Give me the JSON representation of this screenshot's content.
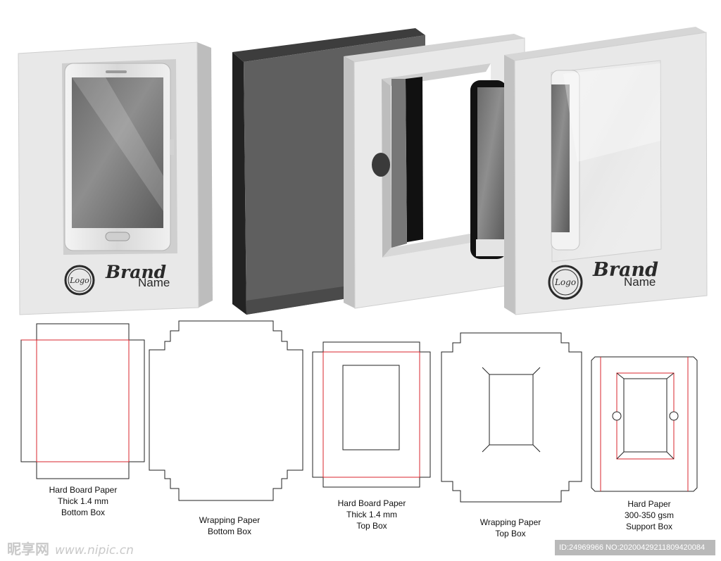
{
  "product": {
    "logo_text": "Logo",
    "brand_word": "Brand",
    "name_word": "Name"
  },
  "dielines": [
    {
      "lines": [
        "Hard Board Paper",
        "Thick 1.4 mm",
        "Bottom Box"
      ]
    },
    {
      "lines": [
        "Wrapping Paper",
        "Bottom Box"
      ]
    },
    {
      "lines": [
        "Hard Board Paper",
        "Thick 1.4 mm",
        "Top Box"
      ]
    },
    {
      "lines": [
        "Wrapping Paper",
        "Top Box"
      ]
    },
    {
      "lines": [
        "Hard Paper",
        "300-350 gsm",
        "Support Box"
      ]
    }
  ],
  "watermark": {
    "site": "昵享网",
    "url": "www.nipic.cn",
    "id_text": "ID:24969966 NO:20200429211809420084"
  },
  "colors": {
    "board": "#e6e6e6",
    "board_side": "#c4c4c4",
    "dark_box": "#5e5e5e",
    "die_cut": "#222222",
    "fold_line": "#d9262c"
  }
}
